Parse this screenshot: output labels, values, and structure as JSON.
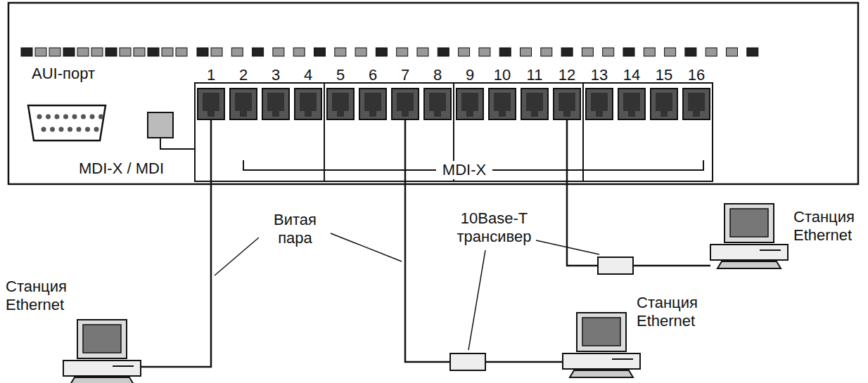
{
  "diagram": {
    "labels": [
      "AUI-порт",
      "MDI-X / MDI",
      "1",
      "2",
      "3",
      "4",
      "5",
      "6",
      "7",
      "8",
      "9",
      "10",
      "11",
      "12",
      "13",
      "14",
      "15",
      "16",
      "MDI-X",
      "Витая пара",
      "10Base-T трансивер",
      "Станция Ethernet",
      "Станция Ethernet",
      "Станция Ethernet"
    ]
  }
}
